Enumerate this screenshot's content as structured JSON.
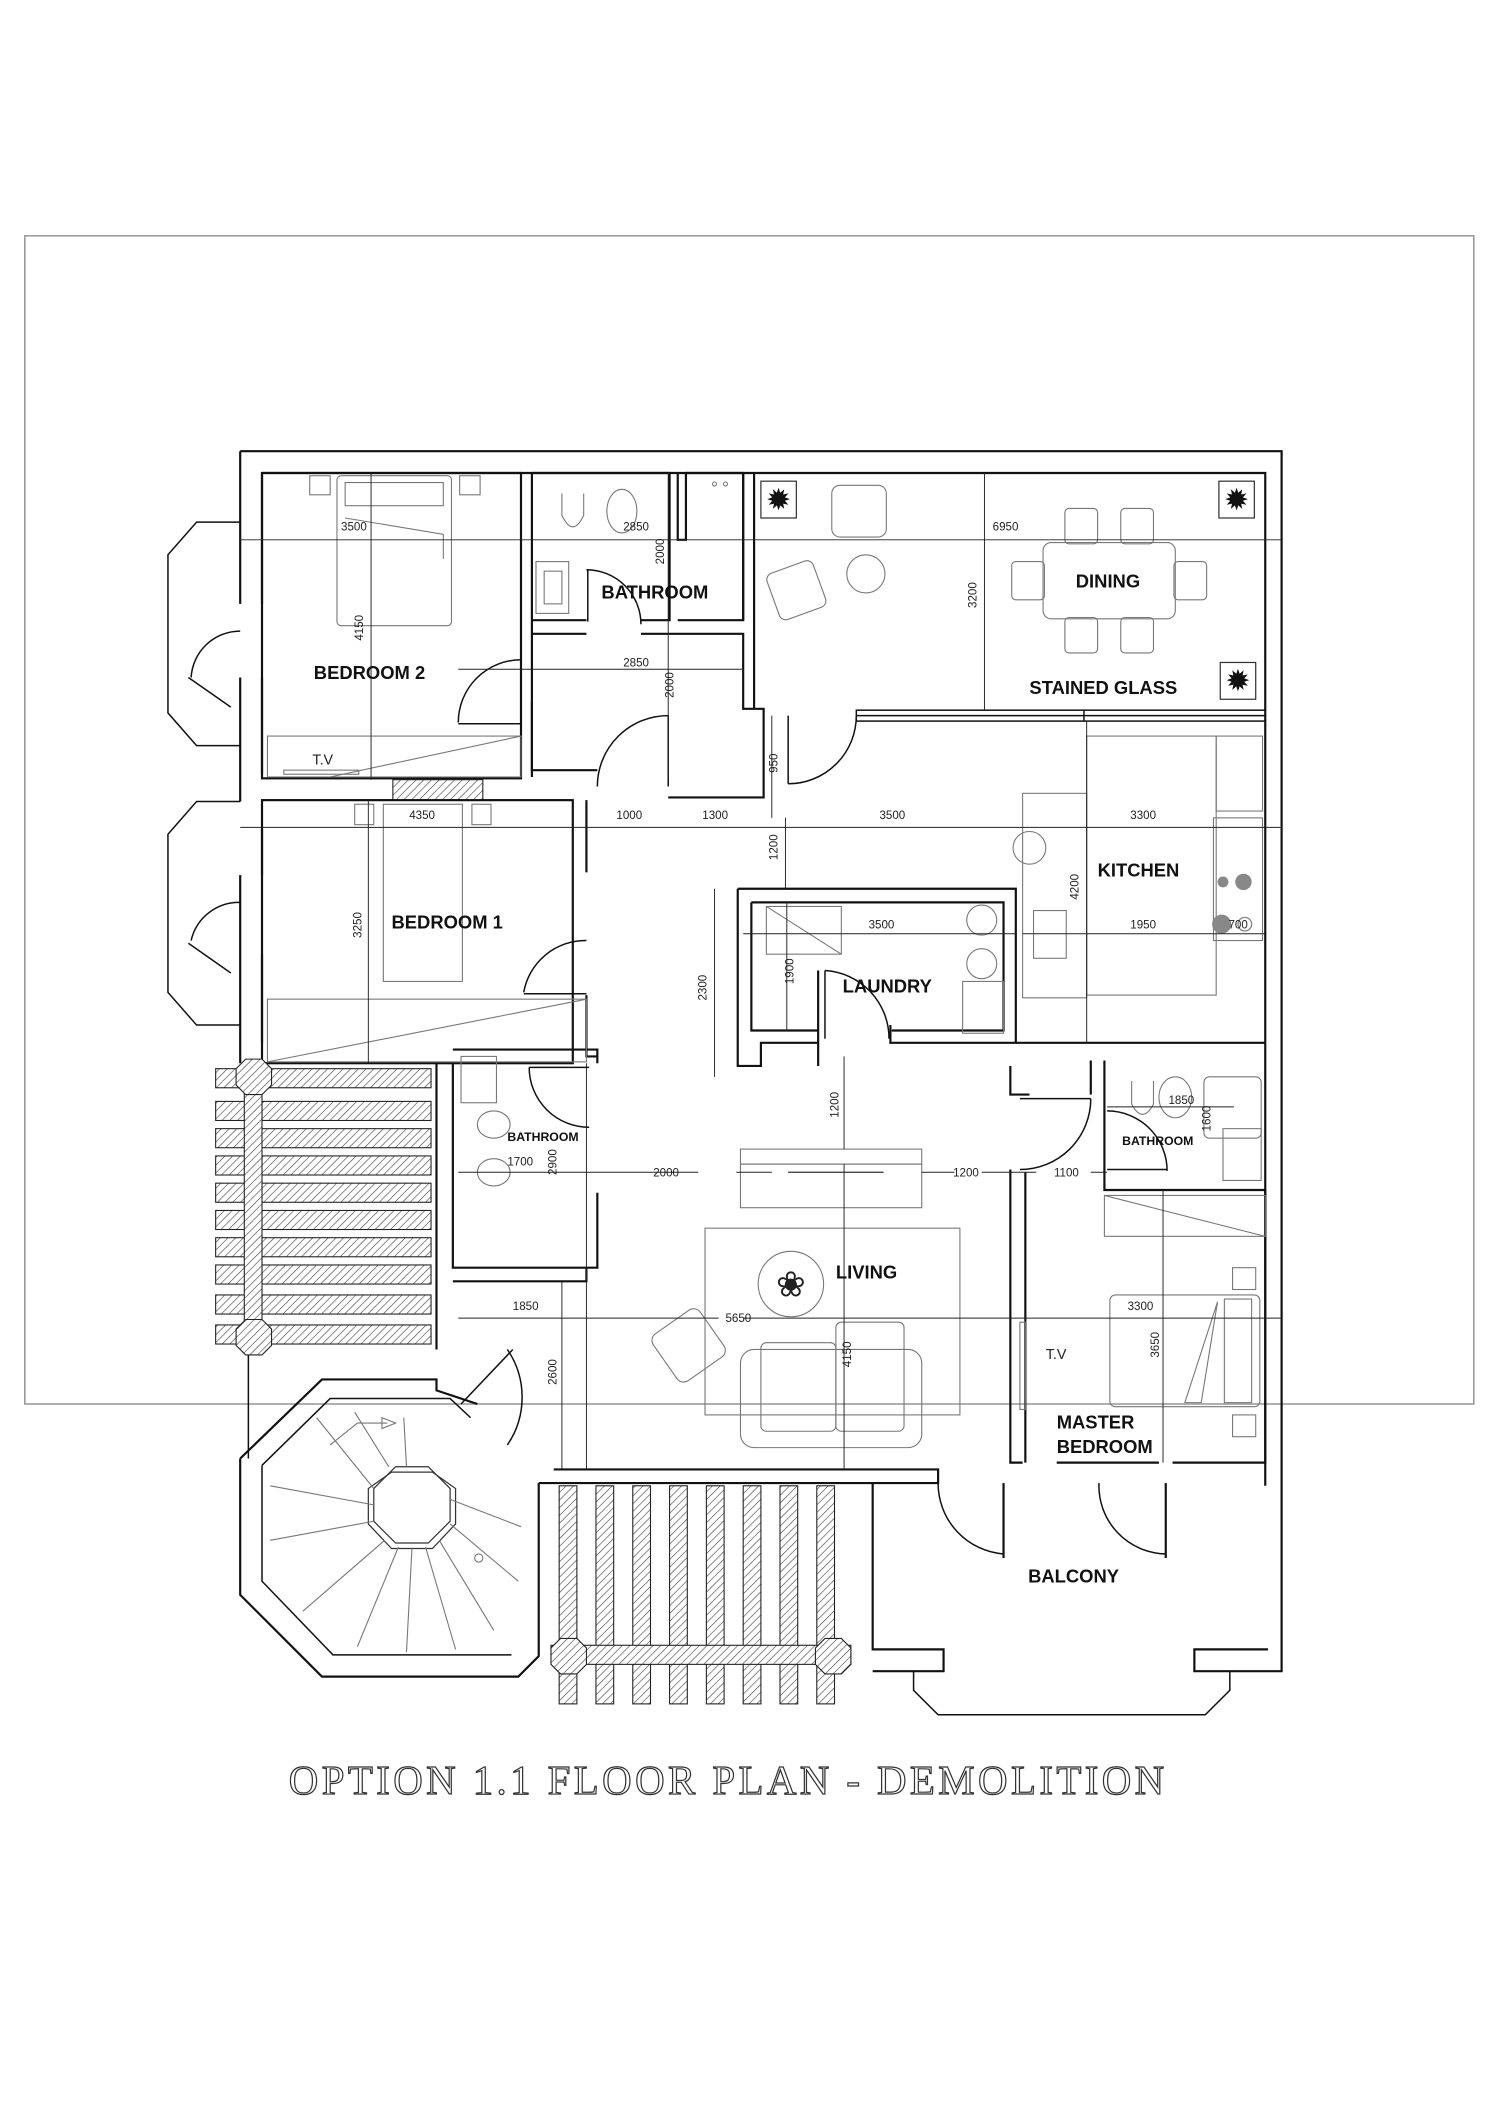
{
  "title": "OPTION 1.1 FLOOR PLAN - DEMOLITION",
  "rooms": {
    "bedroom2": "BEDROOM 2",
    "bathroom_top": "BATHROOM",
    "dining": "DINING",
    "stained_glass": "STAINED GLASS",
    "bedroom1": "BEDROOM 1",
    "kitchen": "KITCHEN",
    "laundry": "LAUNDRY",
    "bathroom_left": "BATHROOM",
    "bathroom_right": "BATHROOM",
    "living": "LIVING",
    "master_bedroom_line1": "MASTER",
    "master_bedroom_line2": "BEDROOM",
    "balcony": "BALCONY"
  },
  "notes": {
    "tv_bedroom2": "T.V",
    "tv_master": "T.V"
  },
  "dimensions": {
    "bedroom2_width": "3500",
    "bedroom2_depth": "4150",
    "bathroom_top_width": "2850",
    "bathroom_top_depth": "2000",
    "hall_width": "2850",
    "hall_depth": "2000",
    "dining_width": "6950",
    "dining_depth": "3200",
    "door_950": "950",
    "bedroom1_width": "4350",
    "bedroom1_depth": "3250",
    "corridor_1000": "1000",
    "corridor_1300": "1300",
    "kitchen_run_3500": "3500",
    "kitchen_width": "3300",
    "hall_1200": "1200",
    "kitchen_depth": "4200",
    "laundry_width": "3500",
    "laundry_depth": "1900",
    "hall_2300": "2300",
    "kitchen_1950": "1950",
    "kitchen_700": "700",
    "living_1200_top": "1200",
    "bath_left_width": "1700",
    "bath_left_depth": "2900",
    "living_2000": "2000",
    "living_1200_right": "1200",
    "corridor_1100": "1100",
    "bath_right_width": "1850",
    "bath_right_depth": "1600",
    "living_1850": "1850",
    "living_width": "5650",
    "living_depth": "4150",
    "stair_2600": "2600",
    "master_width": "3300",
    "master_depth": "3650"
  }
}
